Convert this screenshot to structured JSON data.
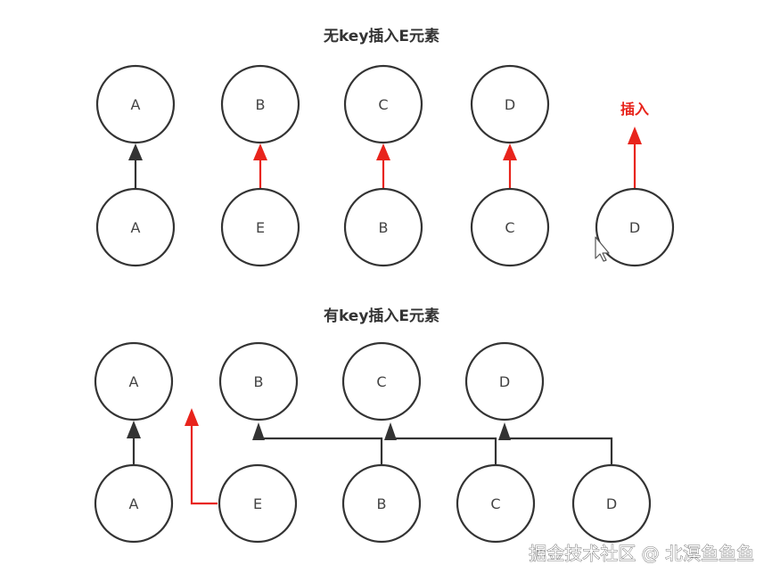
{
  "colors": {
    "node_stroke": "#333333",
    "normal_edge": "#333333",
    "change_edge": "#e8241c",
    "insert_label": "#e8241c"
  },
  "diagrams": [
    {
      "title": "无key插入E元素",
      "old_nodes": [
        "A",
        "B",
        "C",
        "D"
      ],
      "new_nodes": [
        "A",
        "E",
        "B",
        "C",
        "D"
      ],
      "insert_label": "插入"
    },
    {
      "title": "有key插入E元素",
      "old_nodes": [
        "A",
        "B",
        "C",
        "D"
      ],
      "new_nodes": [
        "A",
        "E",
        "B",
        "C",
        "D"
      ]
    }
  ],
  "watermark": "掘金技术社区 @ 北溟鱼鱼鱼",
  "icons": {
    "cursor": "mouse-pointer-icon"
  }
}
